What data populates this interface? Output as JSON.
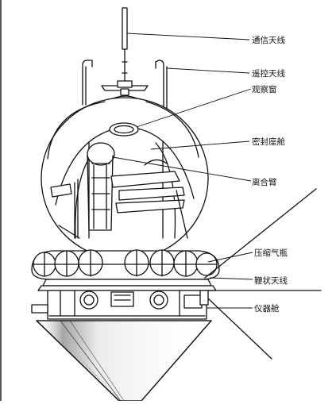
{
  "diagram": {
    "labels": {
      "comm_antenna": "通信天线",
      "remote_antenna": "遥控天线",
      "window": "观察窗",
      "sealed_cabin": "密封座舱",
      "separation_arm": "离合臂",
      "gas_bottles": "压缩气瓶",
      "whip_antenna": "鞭状天线",
      "instrument_module": "仪器舱"
    },
    "colors": {
      "ink": "#111111",
      "background": "#ffffff"
    }
  }
}
